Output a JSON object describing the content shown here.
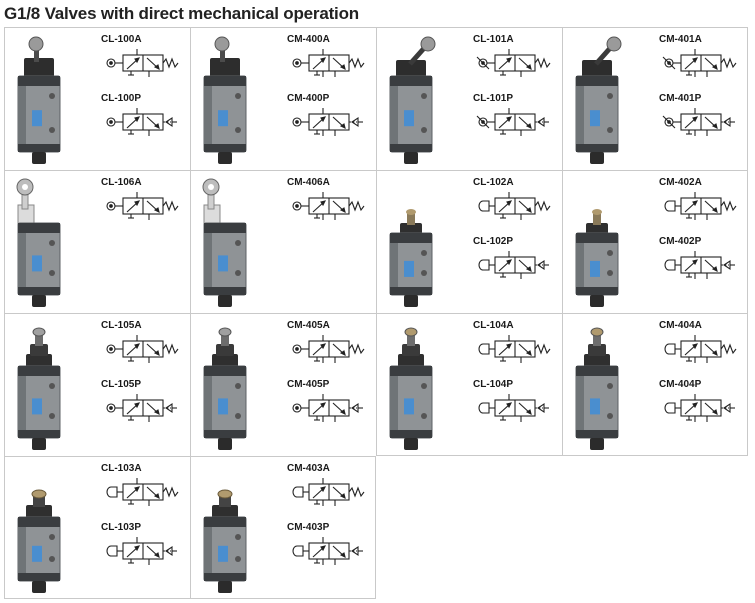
{
  "page": {
    "title": "G1/8 Valves with direct mechanical operation"
  },
  "cells": [
    {
      "actuator": "roller-lever",
      "models": [
        {
          "code": "CL-100A",
          "act": "roller",
          "ret": "spring",
          "variant": "cl"
        },
        {
          "code": "CL-100P",
          "act": "roller",
          "ret": "pilot",
          "variant": "cl"
        }
      ]
    },
    {
      "actuator": "roller-lever",
      "models": [
        {
          "code": "CM-400A",
          "act": "roller",
          "ret": "spring",
          "variant": "cm"
        },
        {
          "code": "CM-400P",
          "act": "roller",
          "ret": "pilot",
          "variant": "cm"
        }
      ]
    },
    {
      "actuator": "one-way-roller-lever",
      "models": [
        {
          "code": "CL-101A",
          "act": "oneway",
          "ret": "spring",
          "variant": "cl"
        },
        {
          "code": "CL-101P",
          "act": "oneway",
          "ret": "pilot",
          "variant": "cl"
        }
      ]
    },
    {
      "actuator": "one-way-roller-lever",
      "models": [
        {
          "code": "CM-401A",
          "act": "oneway",
          "ret": "spring",
          "variant": "cm"
        },
        {
          "code": "CM-401P",
          "act": "oneway",
          "ret": "pilot",
          "variant": "cm"
        }
      ]
    },
    {
      "actuator": "adjustable-roller-lever",
      "models": [
        {
          "code": "CL-106A",
          "act": "roller",
          "ret": "spring",
          "variant": "cl"
        }
      ]
    },
    {
      "actuator": "adjustable-roller-lever",
      "models": [
        {
          "code": "CM-406A",
          "act": "roller",
          "ret": "spring",
          "variant": "cm"
        }
      ]
    },
    {
      "actuator": "short-plunger",
      "models": [
        {
          "code": "CL-102A",
          "act": "plunger",
          "ret": "spring",
          "variant": "cl"
        },
        {
          "code": "CL-102P",
          "act": "plunger",
          "ret": "pilot",
          "variant": "cl"
        }
      ]
    },
    {
      "actuator": "short-plunger",
      "models": [
        {
          "code": "CM-402A",
          "act": "plunger",
          "ret": "spring",
          "variant": "cm"
        },
        {
          "code": "CM-402P",
          "act": "plunger",
          "ret": "pilot",
          "variant": "cm"
        }
      ]
    },
    {
      "actuator": "roller-plunger",
      "models": [
        {
          "code": "CL-105A",
          "act": "roller",
          "ret": "spring",
          "variant": "cl"
        },
        {
          "code": "CL-105P",
          "act": "roller",
          "ret": "pilot",
          "variant": "cl"
        }
      ]
    },
    {
      "actuator": "roller-plunger",
      "models": [
        {
          "code": "CM-405A",
          "act": "roller",
          "ret": "spring",
          "variant": "cm"
        },
        {
          "code": "CM-405P",
          "act": "roller",
          "ret": "pilot",
          "variant": "cm"
        }
      ]
    },
    {
      "actuator": "panel-plunger",
      "models": [
        {
          "code": "CL-104A",
          "act": "plunger",
          "ret": "spring",
          "variant": "cl"
        },
        {
          "code": "CL-104P",
          "act": "plunger",
          "ret": "pilot",
          "variant": "cl"
        }
      ]
    },
    {
      "actuator": "panel-plunger",
      "models": [
        {
          "code": "CM-404A",
          "act": "plunger",
          "ret": "spring",
          "variant": "cm"
        },
        {
          "code": "CM-404P",
          "act": "plunger",
          "ret": "pilot",
          "variant": "cm"
        }
      ]
    },
    {
      "actuator": "panel-plunger-long",
      "models": [
        {
          "code": "CL-103A",
          "act": "plunger",
          "ret": "spring",
          "variant": "cl"
        },
        {
          "code": "CL-103P",
          "act": "plunger",
          "ret": "pilot",
          "variant": "cl"
        }
      ]
    },
    {
      "actuator": "panel-plunger-long",
      "models": [
        {
          "code": "CM-403A",
          "act": "plunger",
          "ret": "spring",
          "variant": "cm"
        },
        {
          "code": "CM-403P",
          "act": "plunger",
          "ret": "pilot",
          "variant": "cm"
        }
      ]
    }
  ]
}
